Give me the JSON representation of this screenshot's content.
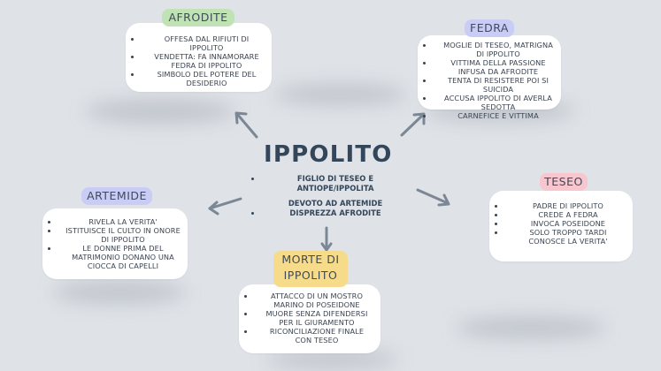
{
  "center": {
    "title": "IPPOLITO",
    "items": [
      "FIGLIO DI TESEO E ANTIOPE/IPPOLITA",
      "DEVOTO AD ARTEMIDE",
      "DISPREZZA AFRODITE"
    ]
  },
  "afrodite": {
    "title": "AFRODITE",
    "items": [
      "OFFESA DAL RIFIUTI DI IPPOLITO",
      "VENDETTA: FA INNAMORARE FEDRA DI IPPOLITO",
      "SIMBOLO DEL POTERE DEL DESIDERIO"
    ]
  },
  "fedra": {
    "title": "FEDRA",
    "items": [
      "MOGLIE DI TESEO, MATRIGNA DI IPPOLITO",
      "VITTIMA DELLA PASSIONE INFUSA DA AFRODITE",
      "TENTA DI RESISTERE POI SI SUICIDA",
      "ACCUSA IPPOLITO DI AVERLA SEDOTTA",
      "CARNEFICE E VITTIMA"
    ]
  },
  "artemide": {
    "title": "ARTEMIDE",
    "items": [
      "RIVELA LA VERITA'",
      "ISTITUISCE IL CULTO IN ONORE DI IPPOLITO",
      "LE DONNE PRIMA DEL MATRIMONIO DONANO UNA CIOCCA DI CAPELLI"
    ]
  },
  "teseo": {
    "title": "TESEO",
    "items": [
      "PADRE DI IPPOLITO",
      "CREDE A FEDRA",
      "INVOCA POSEIDONE",
      "SOLO TROPPO TARDI CONOSCE LA VERITA'"
    ]
  },
  "morte": {
    "title_line1": "MORTE DI",
    "title_line2": "IPPOLITO",
    "items": [
      "ATTACCO DI UN MOSTRO MARINO DI POSEIDONE",
      "MUORE SENZA DIFENDERSI PER IL GIURAMENTO",
      "RICONCILIAZIONE FINALE CON TESEO"
    ]
  },
  "colors": {
    "background": "#dfe3e8",
    "text": "#34465a",
    "arrow": "#7b8794",
    "afrodite_badge": "#bfe3b4",
    "fedra_badge": "#c9cdf6",
    "artemide_badge": "#c9cdf6",
    "teseo_badge": "#f7c6cf",
    "morte_badge": "#f6dc8a"
  }
}
